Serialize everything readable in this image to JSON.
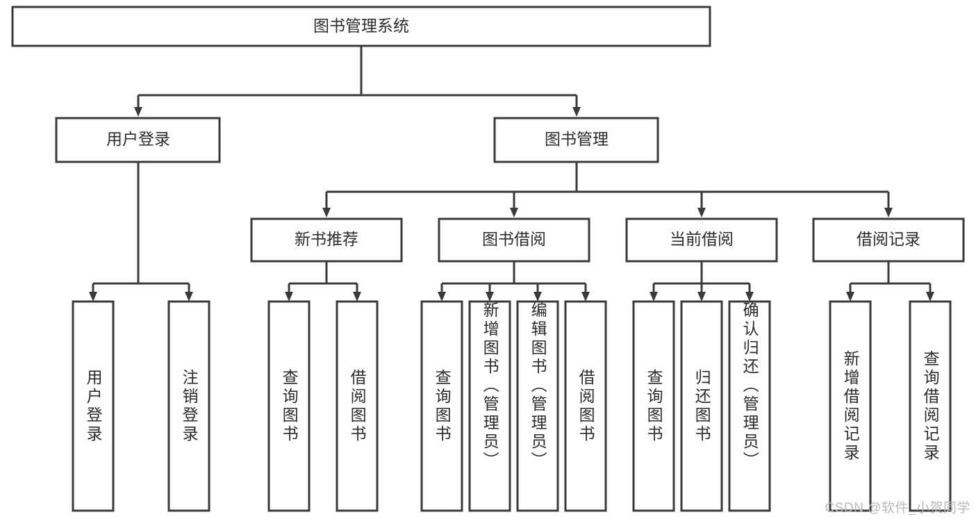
{
  "diagram": {
    "type": "tree-hierarchy",
    "title": "图书管理系统",
    "root": {
      "id": "root",
      "label": "图书管理系统",
      "orientation": "horizontal"
    },
    "level2": [
      {
        "id": "user-login",
        "label": "用户登录",
        "orientation": "horizontal"
      },
      {
        "id": "book-manage",
        "label": "图书管理",
        "orientation": "horizontal"
      }
    ],
    "level3": [
      {
        "id": "new-book-recommend",
        "label": "新书推荐",
        "orientation": "horizontal",
        "parent": "book-manage"
      },
      {
        "id": "book-borrow",
        "label": "图书借阅",
        "orientation": "horizontal",
        "parent": "book-manage"
      },
      {
        "id": "current-borrow",
        "label": "当前借阅",
        "orientation": "horizontal",
        "parent": "book-manage"
      },
      {
        "id": "borrow-record",
        "label": "借阅记录",
        "orientation": "horizontal",
        "parent": "book-manage"
      }
    ],
    "leaves": [
      {
        "id": "leaf-user-login",
        "label": "用户登录",
        "orientation": "vertical",
        "parent": "user-login"
      },
      {
        "id": "leaf-logout-login",
        "label": "注销登录",
        "orientation": "vertical",
        "parent": "user-login"
      },
      {
        "id": "leaf-query-book-1",
        "label": "查询图书",
        "orientation": "vertical",
        "parent": "new-book-recommend"
      },
      {
        "id": "leaf-borrow-book-1",
        "label": "借阅图书",
        "orientation": "vertical",
        "parent": "new-book-recommend"
      },
      {
        "id": "leaf-query-book-2",
        "label": "查询图书",
        "orientation": "vertical",
        "parent": "book-borrow"
      },
      {
        "id": "leaf-add-book",
        "label": "新增图书（管理员）",
        "orientation": "vertical",
        "parent": "book-borrow"
      },
      {
        "id": "leaf-edit-book",
        "label": "编辑图书（管理员）",
        "orientation": "vertical",
        "parent": "book-borrow"
      },
      {
        "id": "leaf-borrow-book-2",
        "label": "借阅图书",
        "orientation": "vertical",
        "parent": "book-borrow"
      },
      {
        "id": "leaf-query-book-3",
        "label": "查询图书",
        "orientation": "vertical",
        "parent": "current-borrow"
      },
      {
        "id": "leaf-return-book",
        "label": "归还图书",
        "orientation": "vertical",
        "parent": "current-borrow"
      },
      {
        "id": "leaf-confirm-return",
        "label": "确认归还（管理员）",
        "orientation": "vertical",
        "parent": "current-borrow"
      },
      {
        "id": "leaf-add-record",
        "label": "新增借阅记录",
        "orientation": "vertical",
        "parent": "borrow-record"
      },
      {
        "id": "leaf-query-record",
        "label": "查询借阅记录",
        "orientation": "vertical",
        "parent": "borrow-record"
      }
    ],
    "colors": {
      "stroke": "#3a3a3a",
      "fill": "#ffffff",
      "text": "#2b2b2b",
      "watermark": "#b9b9b9",
      "background": "#ffffff"
    }
  },
  "watermark": {
    "text": "CSDN @软件_小贺同学"
  }
}
